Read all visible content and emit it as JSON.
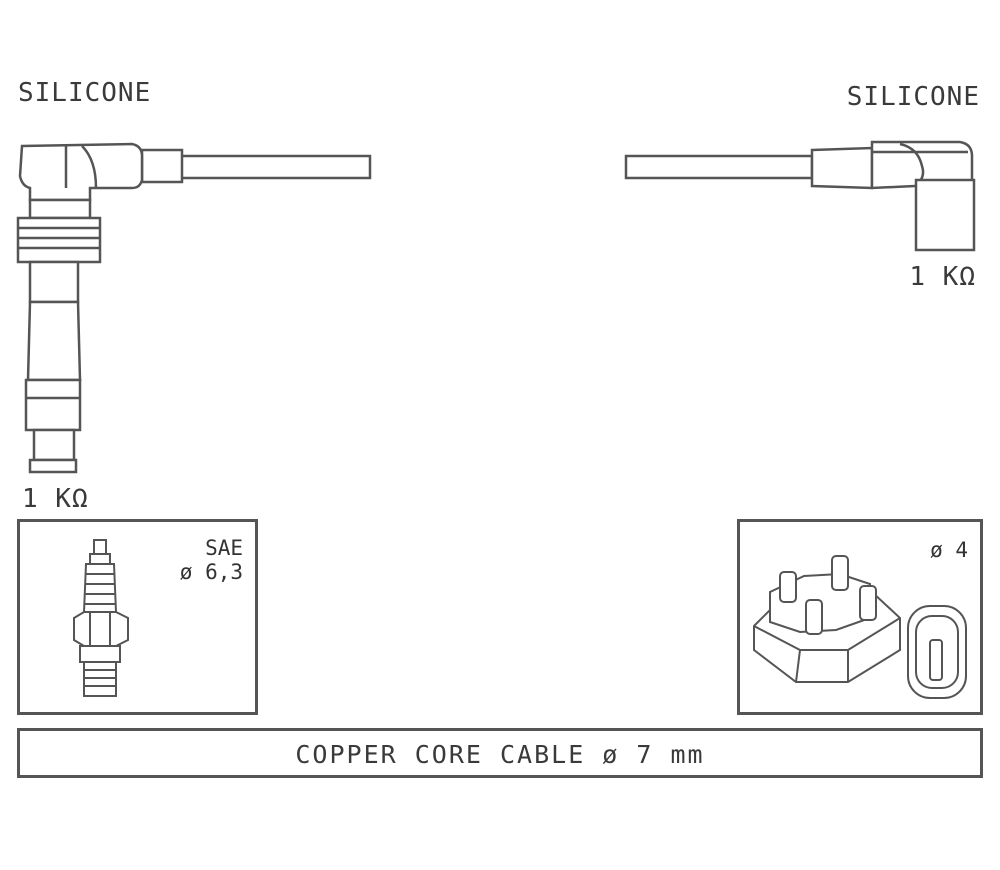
{
  "labels": {
    "silicone_left": "SILICONE",
    "silicone_right": "SILICONE",
    "resistance_left": "1 KΩ",
    "resistance_right": "1 KΩ"
  },
  "spark_plug": {
    "standard": "SAE",
    "diameter": "ø 6,3"
  },
  "coil": {
    "diameter": "ø 4"
  },
  "cable": {
    "text": "COPPER CORE CABLE  ø  7 mm"
  },
  "colors": {
    "line": "#555555",
    "fill": "#ffffff"
  }
}
